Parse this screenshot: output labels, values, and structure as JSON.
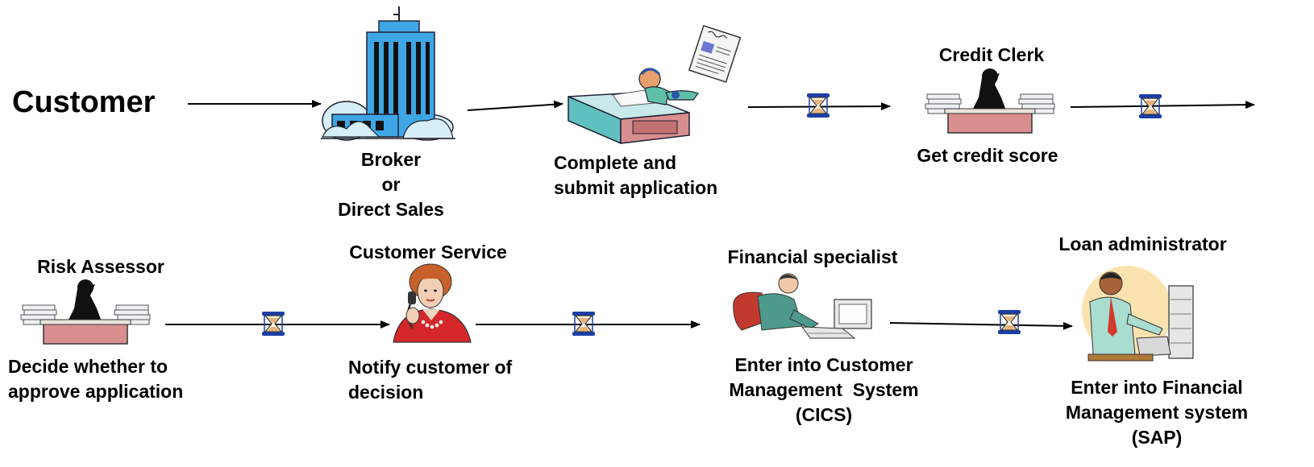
{
  "row1": {
    "customer": "Customer",
    "broker": [
      "Broker",
      "or",
      "Direct Sales"
    ],
    "application": [
      "Complete and",
      "submit application"
    ],
    "credit_clerk_role": "Credit Clerk",
    "credit_clerk_task": "Get credit score"
  },
  "row2": {
    "risk_role": "Risk Assessor",
    "risk_task": [
      "Decide whether to",
      "approve application"
    ],
    "service_role": "Customer Service",
    "service_task": [
      "Notify customer of",
      "decision"
    ],
    "fin_role": "Financial specialist",
    "fin_task": [
      "Enter into Customer",
      "Management  System",
      "(CICS)"
    ],
    "loan_role": "Loan administrator",
    "loan_task": [
      "Enter into Financial",
      "Management system",
      "(SAP)"
    ]
  },
  "colors": {
    "building": "#3fa6e6",
    "desk": "#d98f8f",
    "hourglass_frame": "#1c3fa8",
    "sand": "#e9b27a"
  },
  "icons": [
    "office-building-icon",
    "desk-worker-icon",
    "document-icon",
    "clerk-desk-icon",
    "hourglass-icon",
    "phone-operator-icon",
    "computer-worker-icon",
    "administrator-icon"
  ]
}
